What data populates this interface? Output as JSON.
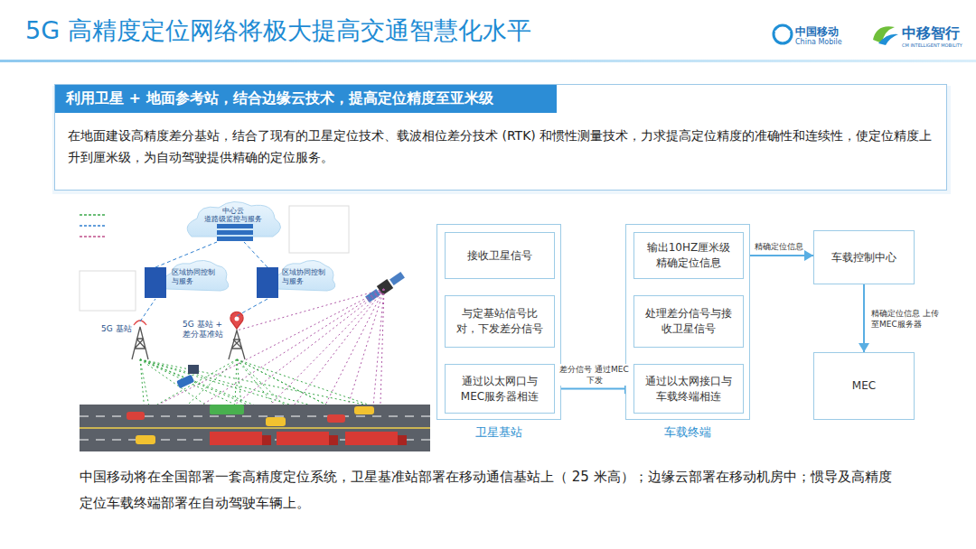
{
  "diagram": {
    "title": "5G 高精度定位网络将极大提高交通智慧化水平",
    "caption": "中国移动将在全国部署一套高精度定位系统，卫星基准站部署在移动通信基站上（ 25 米高）；边缘云部署在移动机房中；惯导及高精度定位车载终端部署在自动驾驶车辆上。",
    "nodes": [
      {
        "text": [
          "利用卫星 + 地面参考站，结合边缘云技术，提高定位精度至亚米级",
          "在地面建设高精度差分基站，结合了现有的卫星定位技术、载波相位差分技术 (RTK) 和惯性测量技术，力求提高定位精度的准确性和连续性，使定位精度上升到厘米级，为自动驾驶提供精确的定位服务。"
        ]
      },
      {
        "text": [
          "卫星基站"
        ]
      },
      {
        "text": [
          "接收卫星信号"
        ],
        "in": 1
      },
      {
        "text": [
          "与定基站信号比对，下发差分信号"
        ],
        "in": 1
      },
      {
        "text": [
          "通过以太网口与MEC服务器相连"
        ],
        "in": 1
      },
      {
        "text": [
          "车载终端"
        ]
      },
      {
        "text": [
          "输出10HZ厘米级精确定位信息"
        ],
        "in": 5
      },
      {
        "text": [
          "处理差分信号与接收卫星信号"
        ],
        "in": 5
      },
      {
        "text": [
          "通过以太网接口与车载终端相连"
        ],
        "in": 5
      },
      {
        "text": [
          "车载控制中心"
        ]
      },
      {
        "text": [
          "MEC"
        ]
      }
    ],
    "edges": [
      {
        "from": 2,
        "to": 3,
        "arrow": "to"
      },
      {
        "from": 3,
        "to": 4,
        "arrow": "to"
      },
      {
        "from": 4,
        "to": 8,
        "label": "差分信号 通过MEC下发",
        "arrow": "to"
      },
      {
        "from": 8,
        "to": 7,
        "arrow": "to"
      },
      {
        "from": 7,
        "to": 6,
        "arrow": "to"
      },
      {
        "from": 6,
        "to": 9,
        "label": "精确定位信息",
        "arrow": "to"
      },
      {
        "from": 9,
        "to": 10,
        "label": "精确定位信息 上传至MEC服务器",
        "arrow": "to"
      }
    ],
    "labels": [
      "中国移动",
      "China Mobile",
      "中移智行",
      "CM INTELLIGENT MOBILITY",
      "中心云",
      "道路级监控与服务",
      "区域协同控制与服务",
      "区域协同控制与服务",
      "5G 基站",
      "5G 基站 + 差分基准站"
    ]
  }
}
